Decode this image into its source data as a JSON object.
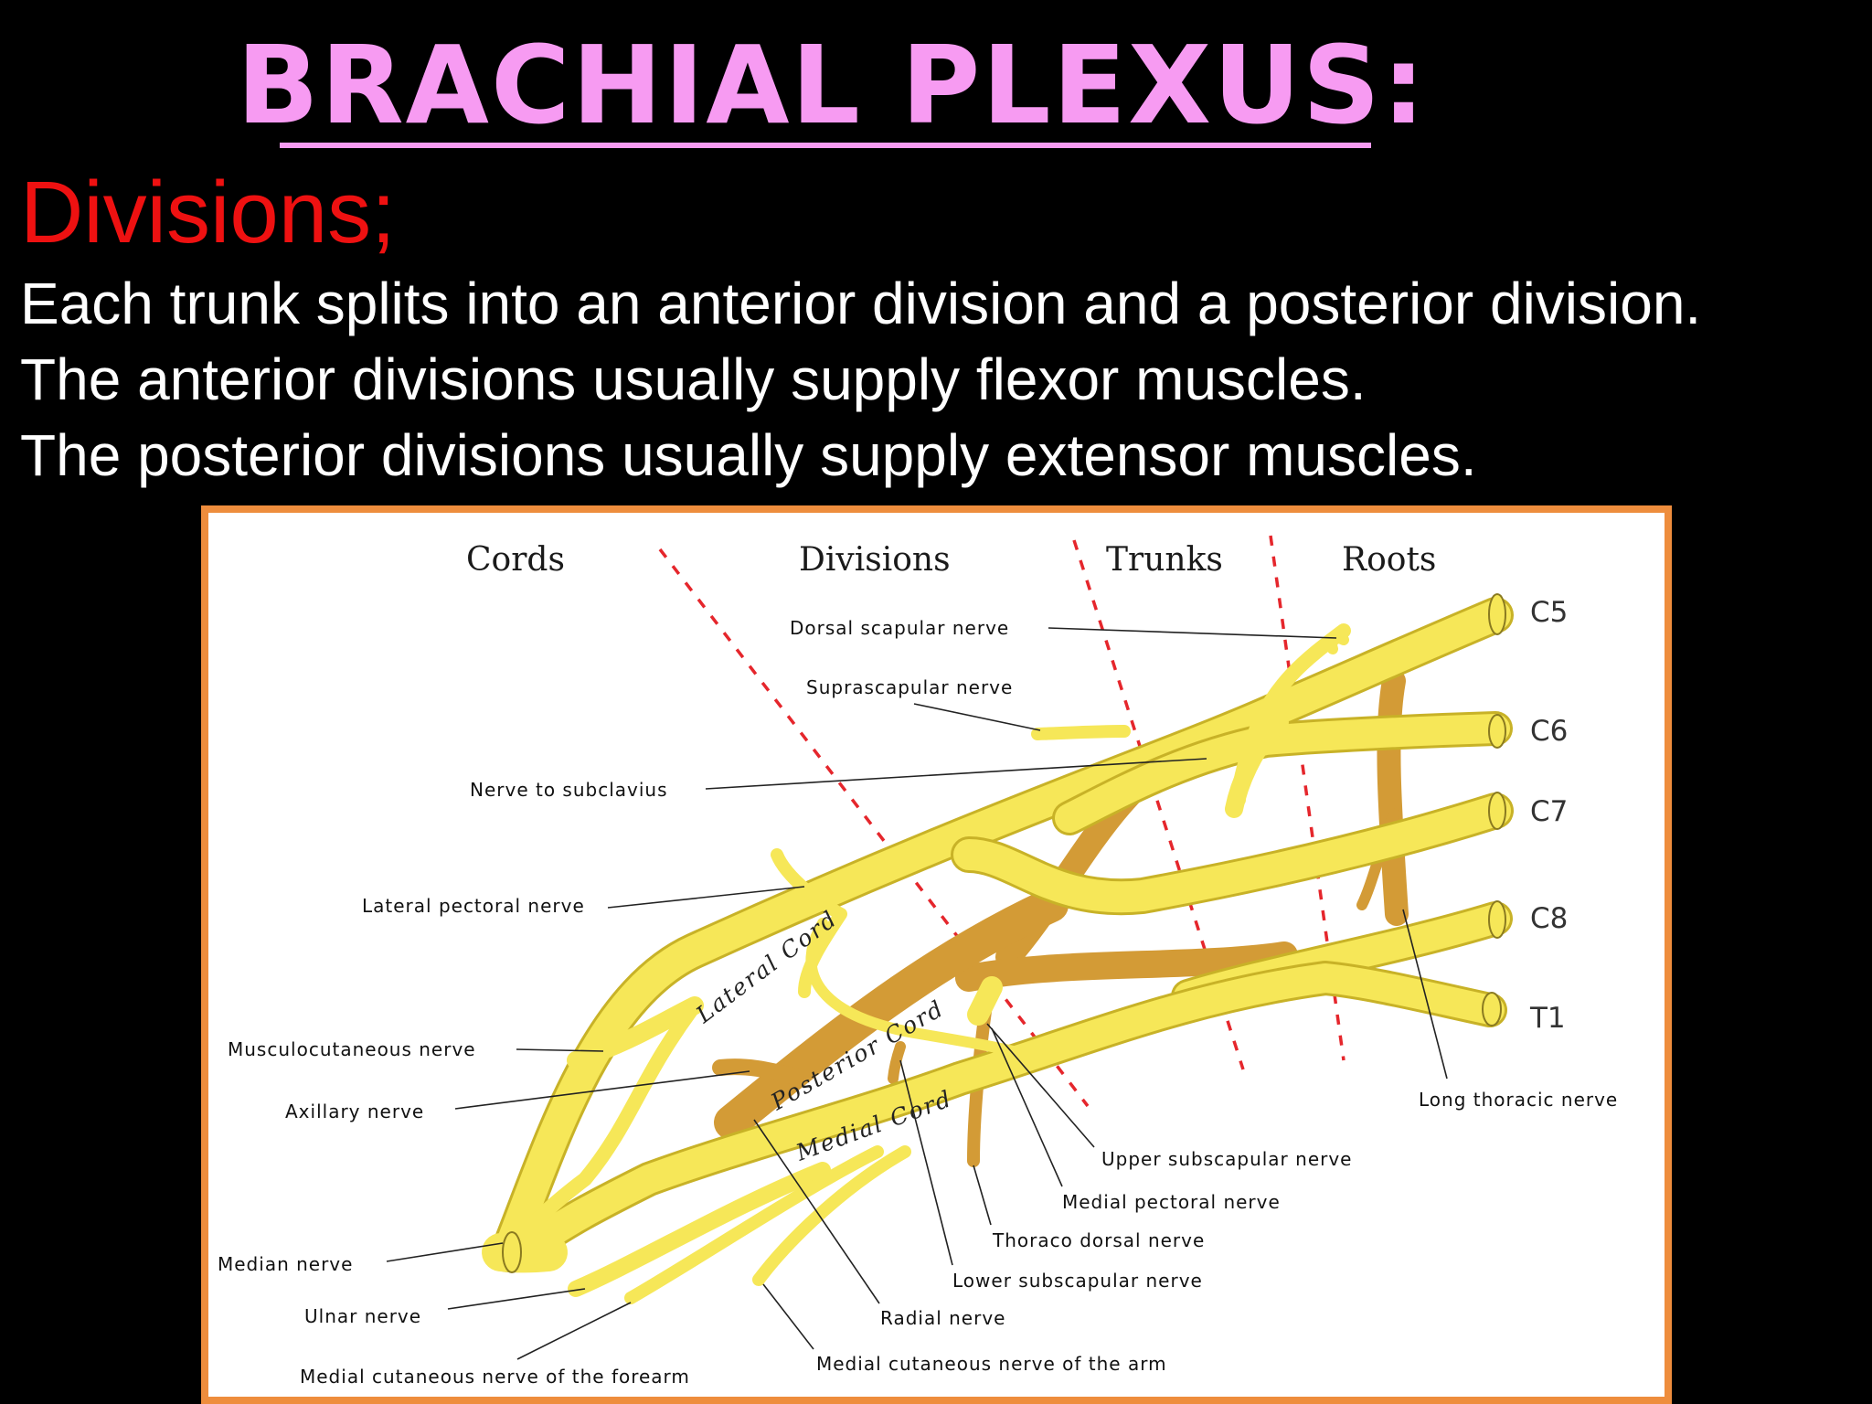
{
  "slide": {
    "title": "BRACHIAL PLEXUS:",
    "subtitle": "Divisions;",
    "lines": [
      "Each trunk splits into an anterior division and a posterior division.",
      "The anterior divisions usually supply flexor muscles.",
      "The posterior divisions usually supply extensor muscles."
    ]
  },
  "diagram": {
    "headers": {
      "cords": "Cords",
      "divisions": "Divisions",
      "trunks": "Trunks",
      "roots": "Roots"
    },
    "roots": [
      "C5",
      "C6",
      "C7",
      "C8",
      "T1"
    ],
    "cord_labels": {
      "lateral": "Lateral Cord",
      "posterior": "Posterior Cord",
      "medial": "Medial Cord"
    },
    "nerves": {
      "dorsal_scapular": "Dorsal scapular nerve",
      "suprascapular": "Suprascapular nerve",
      "subclavius": "Nerve to subclavius",
      "lateral_pectoral": "Lateral pectoral nerve",
      "musculocutaneous": "Musculocutaneous nerve",
      "axillary": "Axillary nerve",
      "median": "Median nerve",
      "ulnar": "Ulnar nerve",
      "medial_cutaneous_forearm": "Medial cutaneous nerve of the forearm",
      "long_thoracic": "Long thoracic nerve",
      "upper_subscapular": "Upper subscapular nerve",
      "medial_pectoral": "Medial pectoral nerve",
      "thoracodorsal": "Thoraco dorsal nerve",
      "lower_subscapular": "Lower subscapular nerve",
      "radial": "Radial nerve",
      "medial_cutaneous_arm": "Medial cutaneous nerve of the arm"
    },
    "colors": {
      "anterior": "#F6E758",
      "posterior": "#D39B36",
      "boundary": "#E5262C",
      "frame": "#EE8D3D"
    }
  }
}
